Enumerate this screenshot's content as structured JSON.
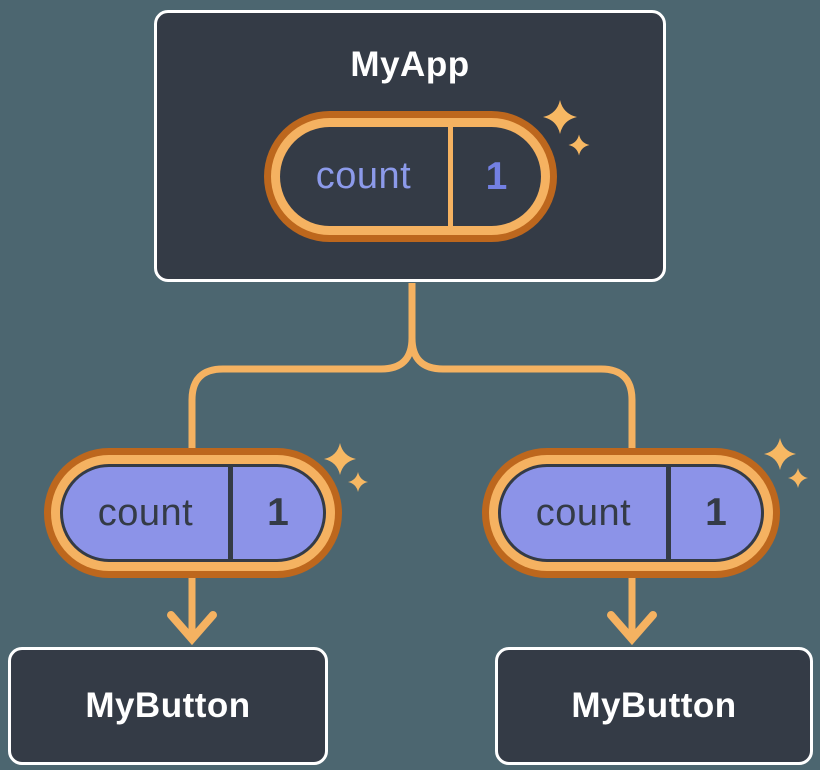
{
  "colors": {
    "bg": "#4C6670",
    "node_fill": "#343B46",
    "node_border": "#FFFFFF",
    "line_orange": "#F5B261",
    "ring_dark": "#BD671D",
    "pill_purple": "#8C93E8",
    "name_purple": "#8C9AEA",
    "value_purple": "#7380E3",
    "text_dark": "#343B46",
    "text_light": "#FFFFFF",
    "sparkle": "#F7B863"
  },
  "icons": {
    "sparkle": "✦",
    "arrow_down": "↓"
  },
  "tree": {
    "root": {
      "label": "MyApp",
      "state": {
        "name": "count",
        "value": "1"
      }
    },
    "children": [
      {
        "label": "MyButton",
        "prop": {
          "name": "count",
          "value": "1"
        }
      },
      {
        "label": "MyButton",
        "prop": {
          "name": "count",
          "value": "1"
        }
      }
    ]
  }
}
